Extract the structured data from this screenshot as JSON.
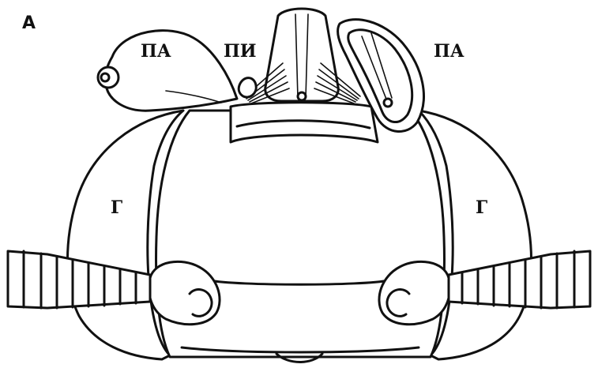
{
  "figure": {
    "panel_letter": "А",
    "labels": {
      "pa_left": "ПА",
      "pi": "ПИ",
      "pa_right": "ПА",
      "g_left": "Г",
      "g_right": "Г"
    }
  }
}
